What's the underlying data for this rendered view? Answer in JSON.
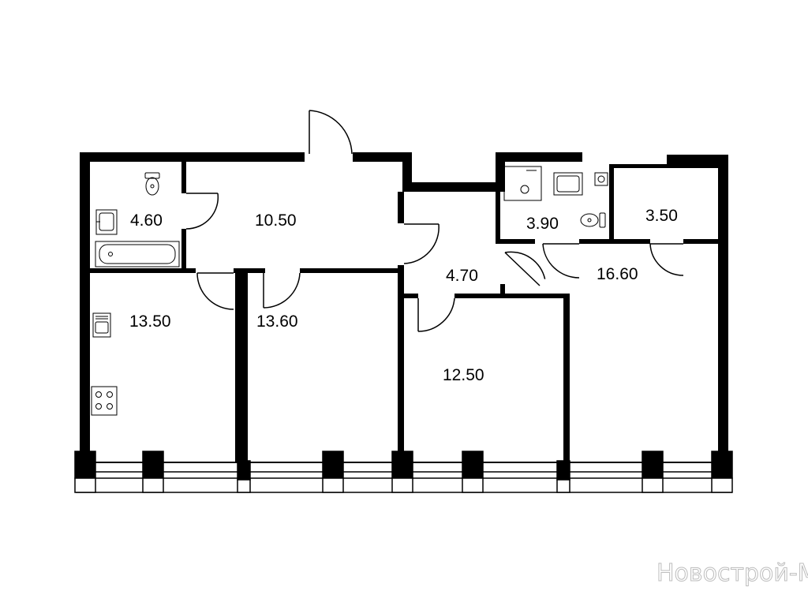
{
  "colors": {
    "wall": "#000000",
    "line": "#000000",
    "background": "#ffffff",
    "watermark": "#c8c8c8"
  },
  "rooms": [
    {
      "id": "bathroom",
      "area": "4.60",
      "icon": "bathtub-icon"
    },
    {
      "id": "hallway",
      "area": "10.50"
    },
    {
      "id": "kitchen",
      "area": "13.50",
      "icon": "stove-icon"
    },
    {
      "id": "bedroom-1",
      "area": "13.60"
    },
    {
      "id": "corridor",
      "area": "4.70"
    },
    {
      "id": "bedroom-2",
      "area": "12.50"
    },
    {
      "id": "shower",
      "area": "3.90",
      "icon": "shower-icon"
    },
    {
      "id": "closet",
      "area": "3.50"
    },
    {
      "id": "bedroom-3",
      "area": "16.60"
    }
  ],
  "watermark": "Новострой-М"
}
